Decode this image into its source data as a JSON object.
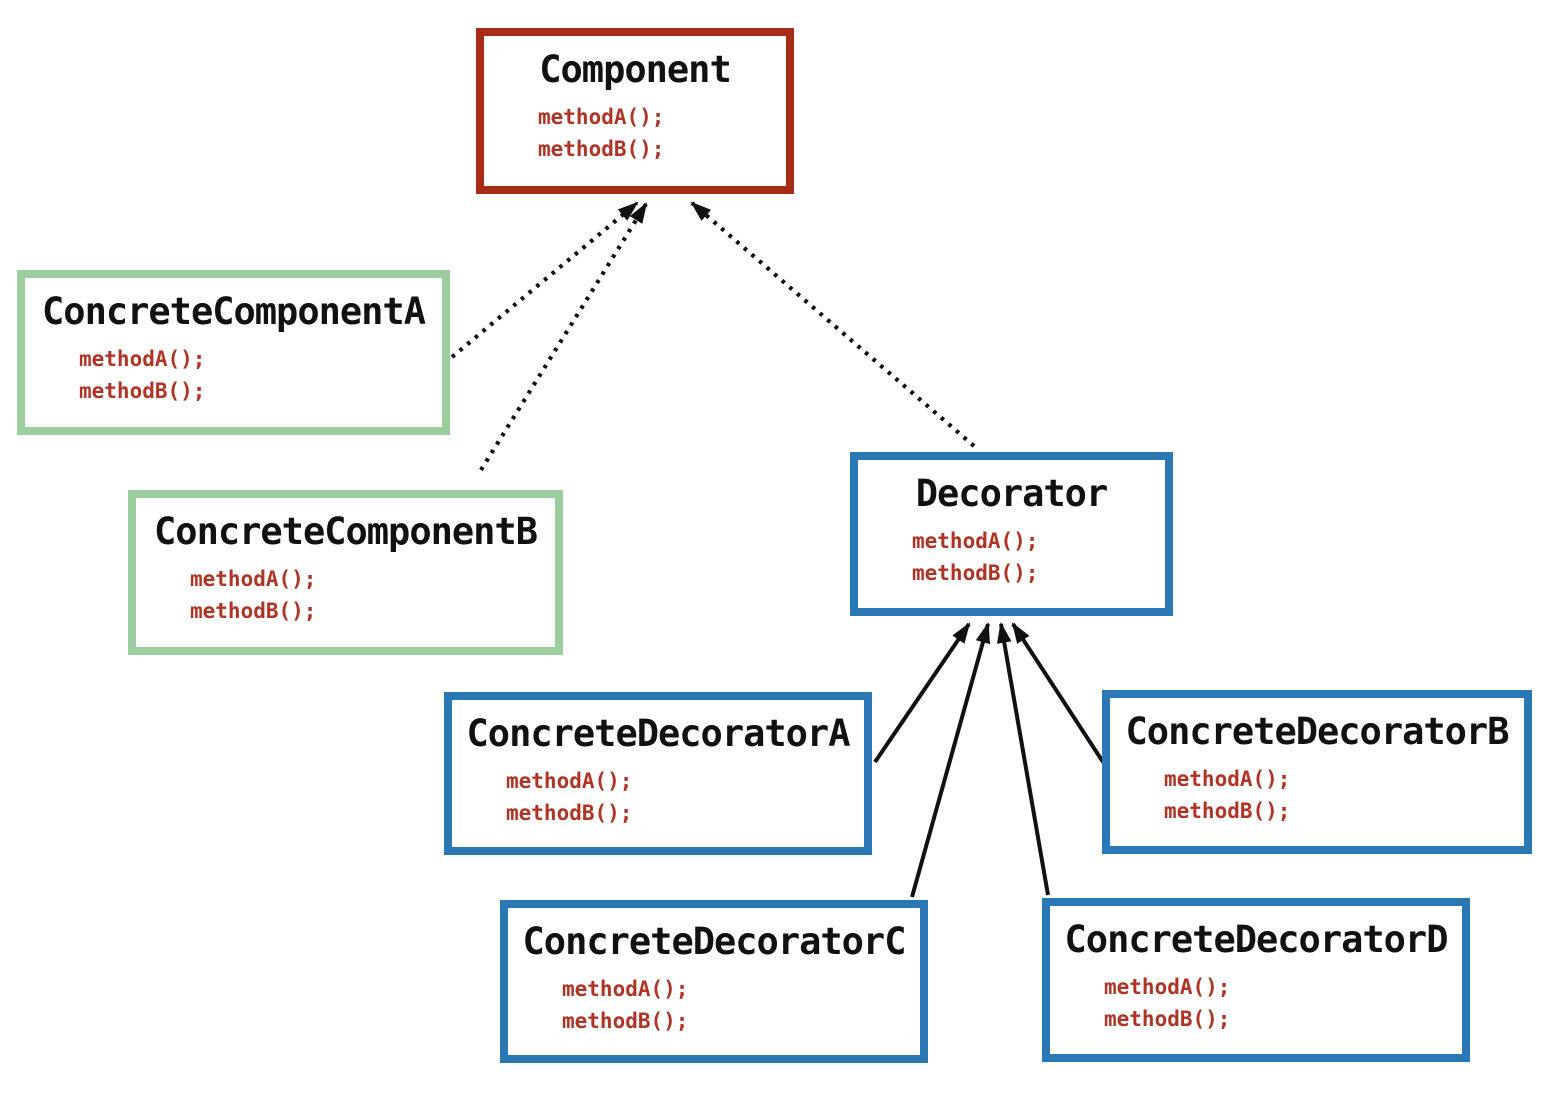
{
  "diagram": {
    "type": "uml-class-diagram",
    "colors": {
      "component_border": "#A62C16",
      "concrete_component_border": "#9BCD9F",
      "decorator_border": "#2B78B5",
      "method_text": "#B03425",
      "title_text": "#111111",
      "arrow": "#111111",
      "background": "#FFFFFF"
    },
    "classes": [
      {
        "name": "Component",
        "methods": [
          "methodA();",
          "methodB();"
        ],
        "border_color": "#A62C16"
      },
      {
        "name": "ConcreteComponentA",
        "methods": [
          "methodA();",
          "methodB();"
        ],
        "border_color": "#9BCD9F"
      },
      {
        "name": "ConcreteComponentB",
        "methods": [
          "methodA();",
          "methodB();"
        ],
        "border_color": "#9BCD9F"
      },
      {
        "name": "Decorator",
        "methods": [
          "methodA();",
          "methodB();"
        ],
        "border_color": "#2B78B5"
      },
      {
        "name": "ConcreteDecoratorA",
        "methods": [
          "methodA();",
          "methodB();"
        ],
        "border_color": "#2B78B5"
      },
      {
        "name": "ConcreteDecoratorB",
        "methods": [
          "methodA();",
          "methodB();"
        ],
        "border_color": "#2B78B5"
      },
      {
        "name": "ConcreteDecoratorC",
        "methods": [
          "methodA();",
          "methodB();"
        ],
        "border_color": "#2B78B5"
      },
      {
        "name": "ConcreteDecoratorD",
        "methods": [
          "methodA();",
          "methodB();"
        ],
        "border_color": "#2B78B5"
      }
    ],
    "relations": [
      {
        "from": "ConcreteComponentA",
        "to": "Component",
        "style": "dotted",
        "arrowhead": "filled-triangle"
      },
      {
        "from": "ConcreteComponentB",
        "to": "Component",
        "style": "dotted",
        "arrowhead": "filled-triangle"
      },
      {
        "from": "Decorator",
        "to": "Component",
        "style": "dotted",
        "arrowhead": "filled-triangle"
      },
      {
        "from": "ConcreteDecoratorA",
        "to": "Decorator",
        "style": "solid",
        "arrowhead": "filled-triangle"
      },
      {
        "from": "ConcreteDecoratorB",
        "to": "Decorator",
        "style": "solid",
        "arrowhead": "filled-triangle"
      },
      {
        "from": "ConcreteDecoratorC",
        "to": "Decorator",
        "style": "solid",
        "arrowhead": "filled-triangle"
      },
      {
        "from": "ConcreteDecoratorD",
        "to": "Decorator",
        "style": "solid",
        "arrowhead": "filled-triangle"
      }
    ]
  }
}
